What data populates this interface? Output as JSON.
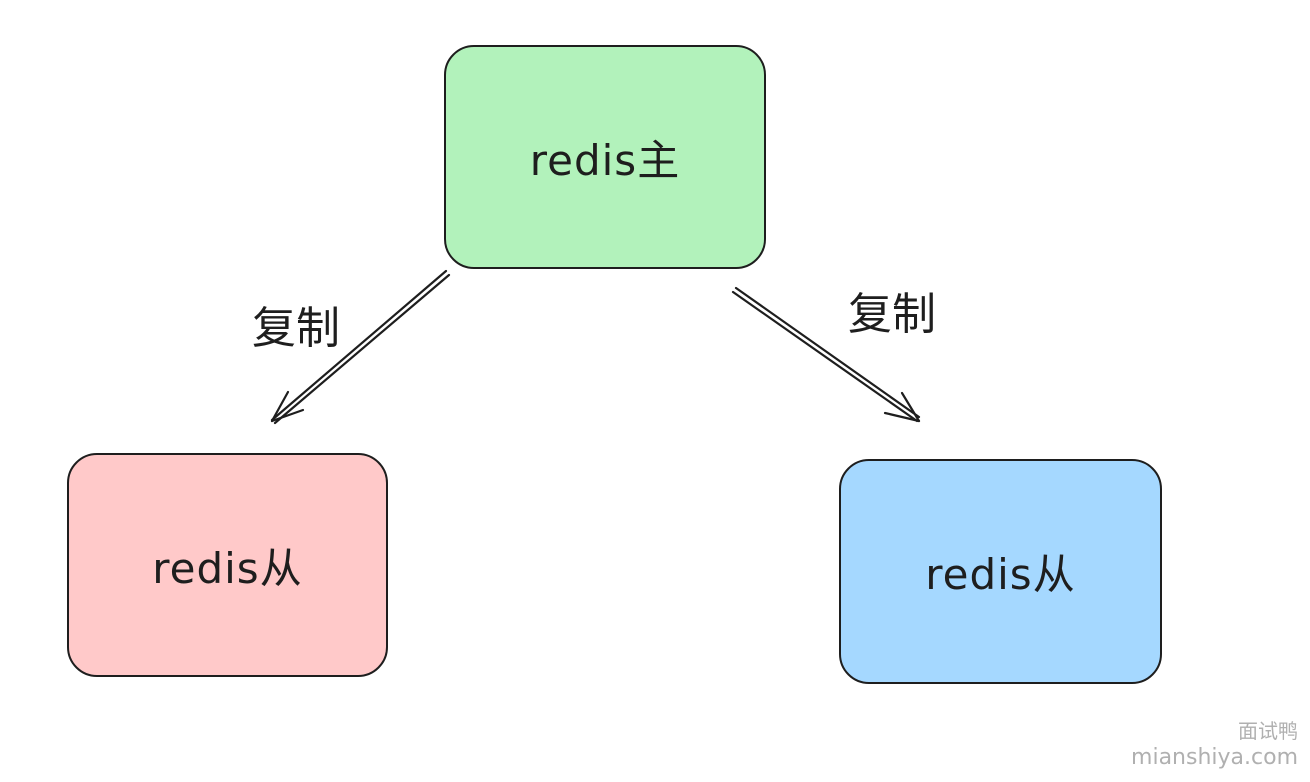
{
  "diagram": {
    "nodes": {
      "master": {
        "label": "redis主",
        "fill": "#b2f2bb"
      },
      "slave_left": {
        "label": "redis从",
        "fill": "#ffc9c9"
      },
      "slave_right": {
        "label": "redis从",
        "fill": "#a5d8ff"
      }
    },
    "edges": [
      {
        "from": "master",
        "to": "slave_left",
        "label": "复制"
      },
      {
        "from": "master",
        "to": "slave_right",
        "label": "复制"
      }
    ],
    "stroke_color": "#1e1e1e"
  },
  "watermark": {
    "site_name": "面试鸭",
    "url": "mianshiya.com"
  }
}
